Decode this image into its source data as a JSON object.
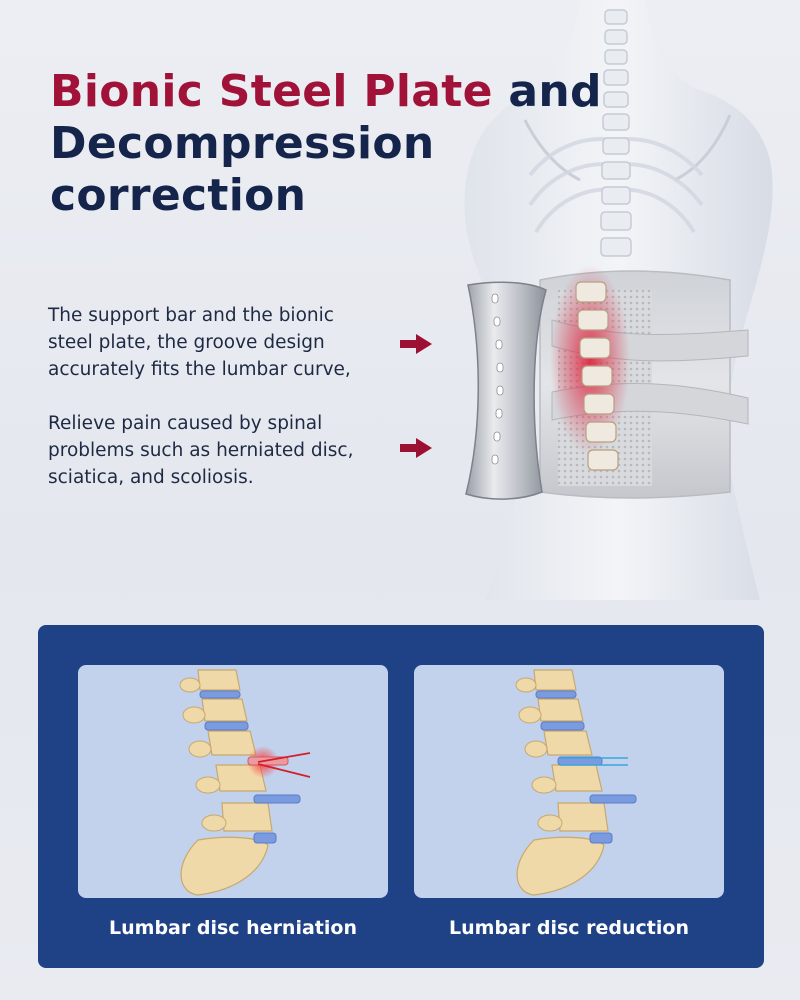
{
  "title": {
    "accent": "Bionic Steel Plate",
    "line1_rest": "and",
    "line2": "Decompression correction"
  },
  "features": [
    {
      "lines": [
        "The support bar and the bionic",
        "steel plate, the groove design",
        "accurately fits the lumbar curve,"
      ]
    },
    {
      "lines": [
        "Relieve pain caused by spinal",
        "problems such as herniated disc,",
        "sciatica, and scoliosis."
      ]
    }
  ],
  "comparison": [
    {
      "label": "Lumbar disc herniation"
    },
    {
      "label": "Lumbar disc reduction"
    }
  ],
  "colors": {
    "accent": "#a01238",
    "navy": "#14244a",
    "panel": "#1f4287",
    "card": "#c2d2ec",
    "arrow": "#9b1033"
  },
  "icons": [
    "right-arrow-icon",
    "right-arrow-icon"
  ]
}
